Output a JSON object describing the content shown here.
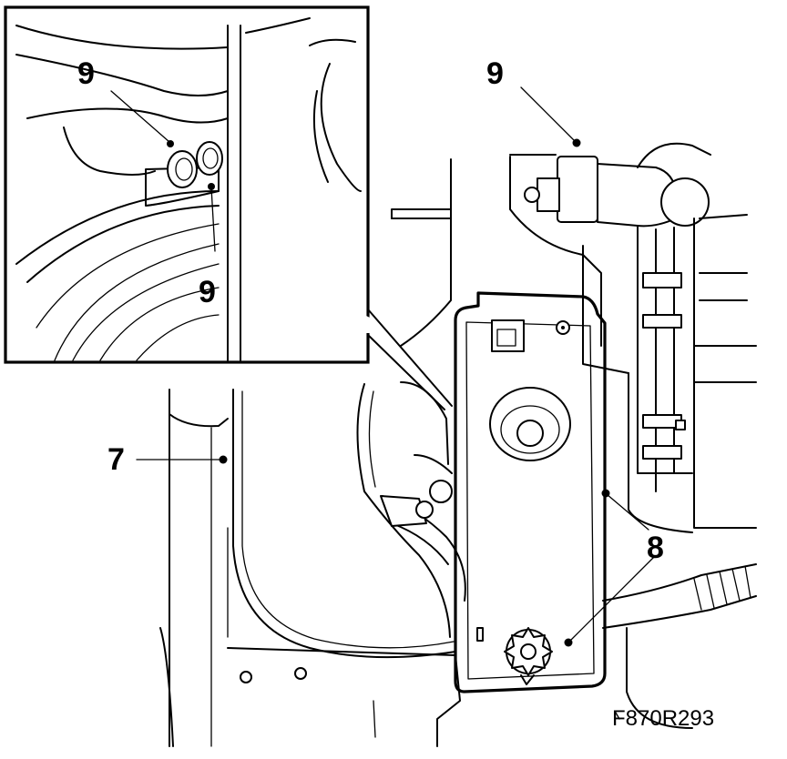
{
  "callouts": {
    "inset_upper": "9",
    "inset_lower": "9",
    "main_top": "9",
    "left": "7",
    "right": "8"
  },
  "figure_code": "F870R293"
}
